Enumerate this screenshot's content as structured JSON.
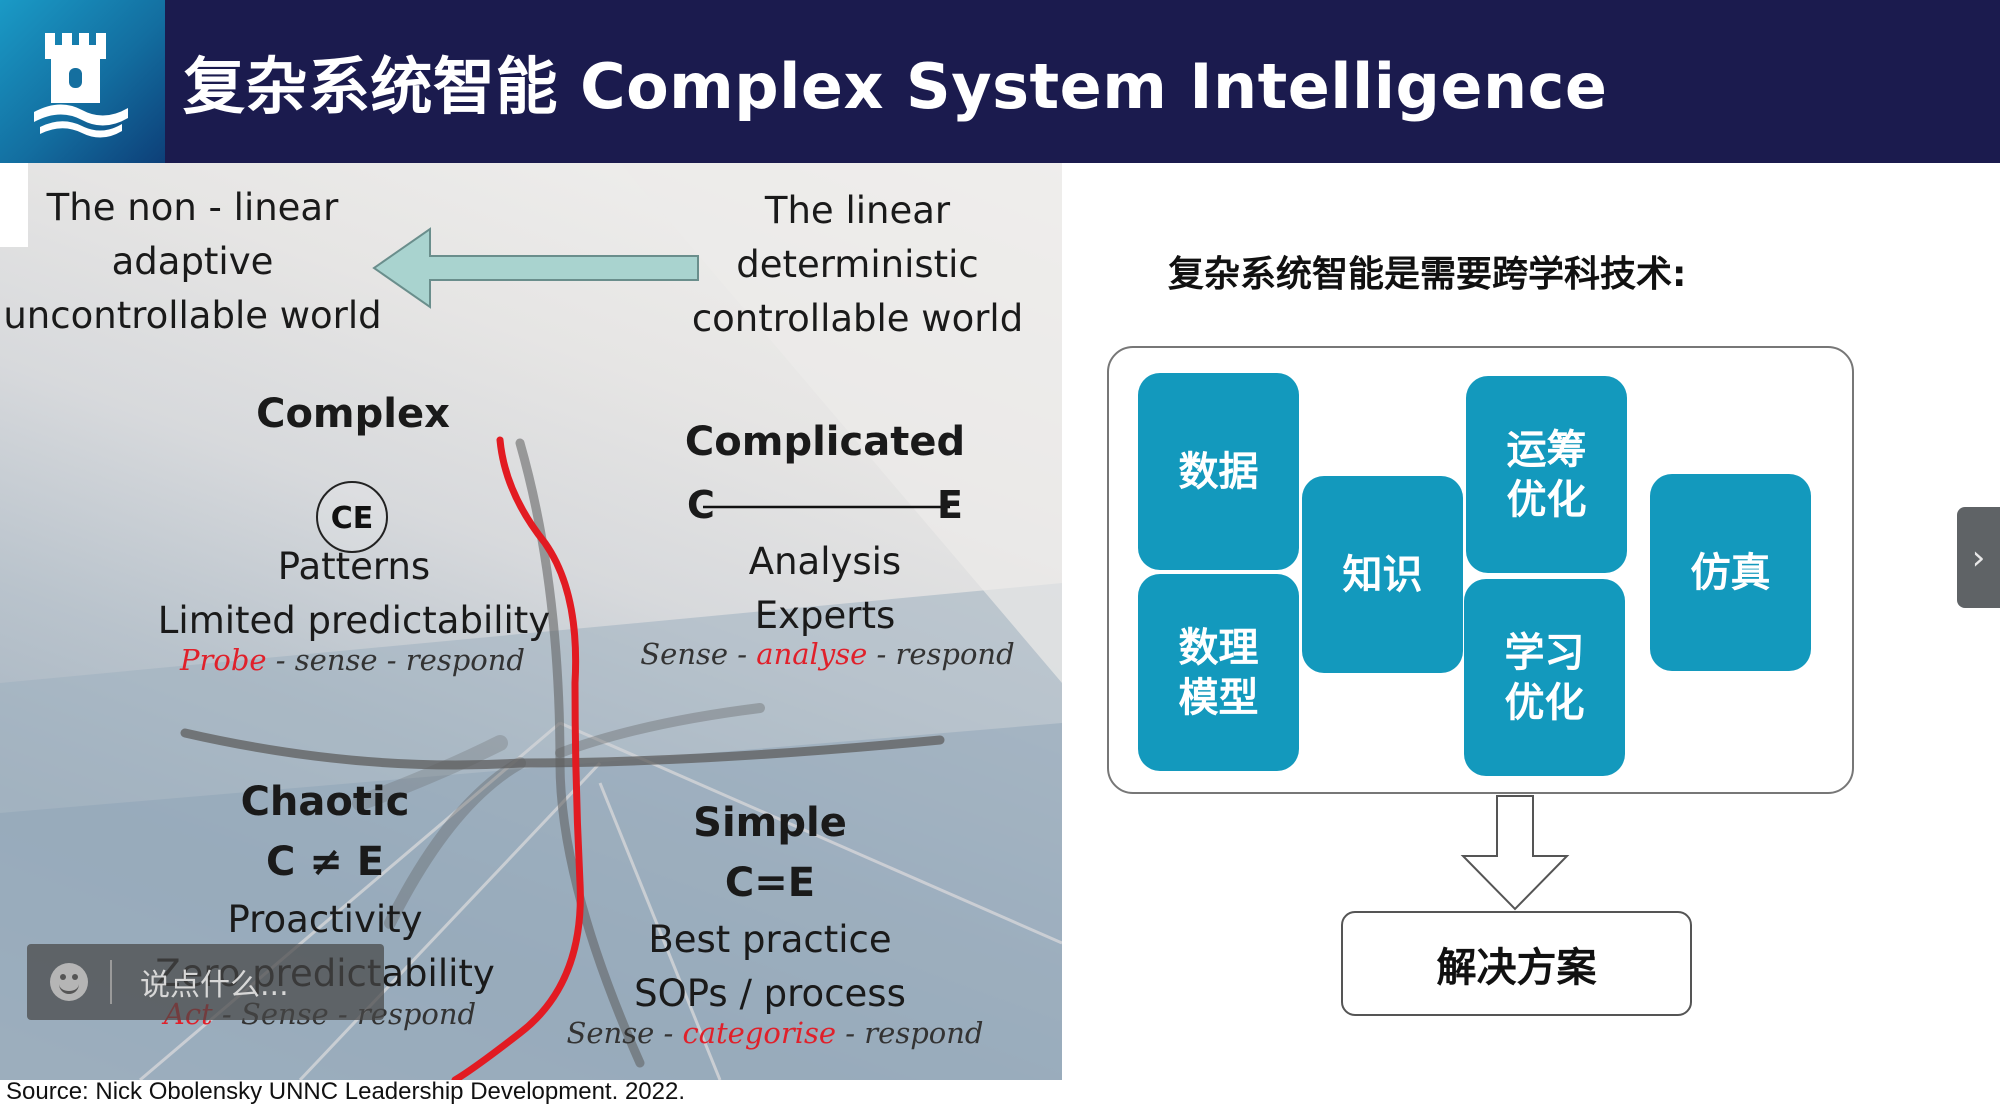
{
  "header": {
    "title": "复杂系统智能 Complex System Intelligence",
    "logo_icon": "castle-crest-icon"
  },
  "left_panel": {
    "top_left": [
      "The non - linear",
      "adaptive",
      "uncontrollable world"
    ],
    "top_right": [
      "The linear",
      "deterministic",
      "controllable world"
    ],
    "arrow_icon": "left-arrow-icon",
    "complex": {
      "title": "Complex",
      "badge": "CE",
      "lines": [
        "Patterns",
        "Limited predictability"
      ],
      "action_red": "Probe",
      "action_rest": " - sense - respond"
    },
    "complicated": {
      "title": "Complicated",
      "c": "C",
      "e": "E",
      "lines": [
        "Analysis",
        "Experts"
      ],
      "action_pre": "Sense - ",
      "action_red": "analyse",
      "action_post": " - respond"
    },
    "chaotic": {
      "title": "Chaotic",
      "rel": "C ≠ E",
      "lines": [
        "Proactivity",
        "Zero predictability"
      ],
      "action_red": "Act",
      "action_rest": " - Sense - respond"
    },
    "simple": {
      "title": "Simple",
      "rel": "C=E",
      "lines": [
        "Best practice",
        "SOPs / process"
      ],
      "action_pre": "Sense - ",
      "action_red": "categorise",
      "action_post": " - respond"
    }
  },
  "right_panel": {
    "subtitle": "复杂系统智能是需要跨学科技术:",
    "tiles": {
      "data": "数据",
      "math_model_1": "数理",
      "math_model_2": "模型",
      "knowledge": "知识",
      "or_opt_1": "运筹",
      "or_opt_2": "优化",
      "learn_opt_1": "学习",
      "learn_opt_2": "优化",
      "simulation": "仿真"
    },
    "result": "解决方案",
    "tile_color": "#1399bd"
  },
  "footer": {
    "source": "Source: Nick Obolensky UNNC Leadership Development. 2022."
  },
  "overlay": {
    "comment_placeholder": "说点什么...",
    "side_tab_icon": "chevron-right-icon"
  }
}
